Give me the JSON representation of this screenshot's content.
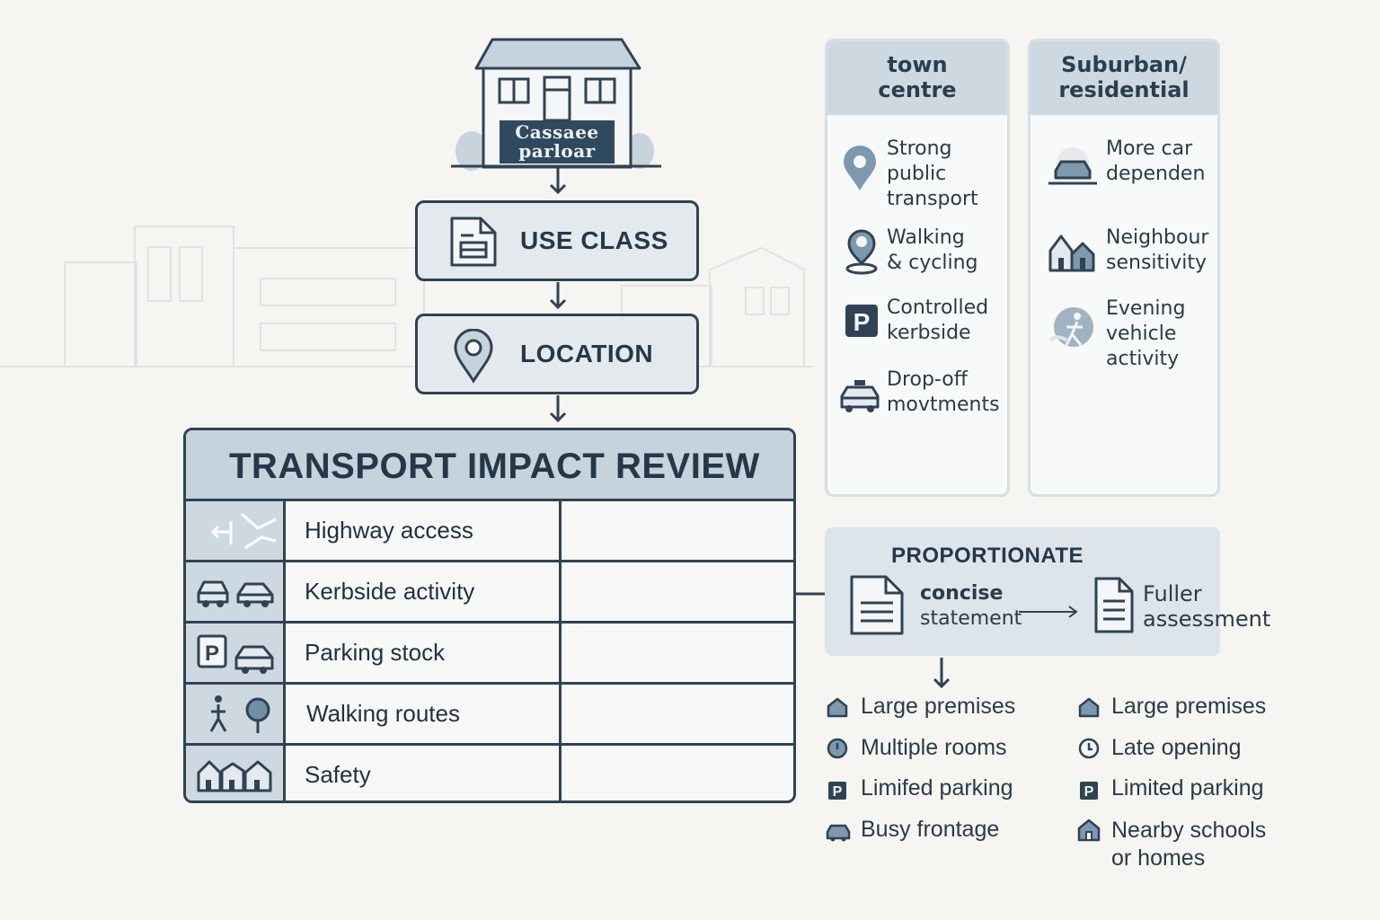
{
  "house": {
    "sign_line1": "Cassaee",
    "sign_line2": "parloar"
  },
  "flow": {
    "use_class": "USE CLASS",
    "location": "LOCATION"
  },
  "review": {
    "title": "TRANSPORT IMPACT REVIEW",
    "rows": [
      {
        "label": "Highway access",
        "icon": "road-junction-icon"
      },
      {
        "label": "Kerbside activity",
        "icon": "cars-icon"
      },
      {
        "label": "Parking stock",
        "icon": "parking-car-icon"
      },
      {
        "label": "Walking routes",
        "icon": "pedestrian-tree-icon"
      },
      {
        "label": "Safety",
        "icon": "houses-icon"
      }
    ]
  },
  "town_centre": {
    "title_line1": "town",
    "title_line2": "centre",
    "items": [
      {
        "lines": [
          "Strong",
          "public",
          "transport"
        ],
        "icon": "map-pin-icon"
      },
      {
        "lines": [
          "Walking",
          "& cycling"
        ],
        "icon": "person-pin-icon"
      },
      {
        "lines": [
          "Controlled",
          "kerbside"
        ],
        "icon": "parking-sign-icon"
      },
      {
        "lines": [
          "Drop-off",
          "movtments"
        ],
        "icon": "taxi-icon"
      }
    ]
  },
  "suburban": {
    "title_line1": "Suburban/",
    "title_line2": "residential",
    "items": [
      {
        "lines": [
          "More car",
          "dependen"
        ],
        "icon": "car-icon"
      },
      {
        "lines": [
          "Neighbour",
          "sensitivity"
        ],
        "icon": "houses-icon"
      },
      {
        "lines": [
          "Evening",
          "vehicle",
          "activity"
        ],
        "icon": "evening-walker-icon"
      }
    ]
  },
  "proportionate": {
    "title": "PROPORTIONATE",
    "concise_line1": "concise",
    "concise_line2": "statement",
    "fuller_line1": "Fuller",
    "fuller_line2": "assessment"
  },
  "criteria_left": [
    {
      "label": "Large premises",
      "icon": "house-icon"
    },
    {
      "label": "Multiple rooms",
      "icon": "clock-icon"
    },
    {
      "label": "Limifed parking",
      "icon": "parking-icon"
    },
    {
      "label": "Busy frontage",
      "icon": "car-icon"
    }
  ],
  "criteria_right": [
    {
      "label": "Large premises",
      "icon": "house-icon"
    },
    {
      "label": "Late opening",
      "icon": "clock-icon"
    },
    {
      "label": "Limited parking",
      "icon": "parking-icon"
    },
    {
      "label": "Nearby schools",
      "label2": "or homes",
      "icon": "school-icon"
    }
  ],
  "colors": {
    "ink": "#2f4355",
    "fill_light": "#e4e9ee",
    "header_fill": "#c6d2dc",
    "icon_blue": "#6f8fa8"
  }
}
